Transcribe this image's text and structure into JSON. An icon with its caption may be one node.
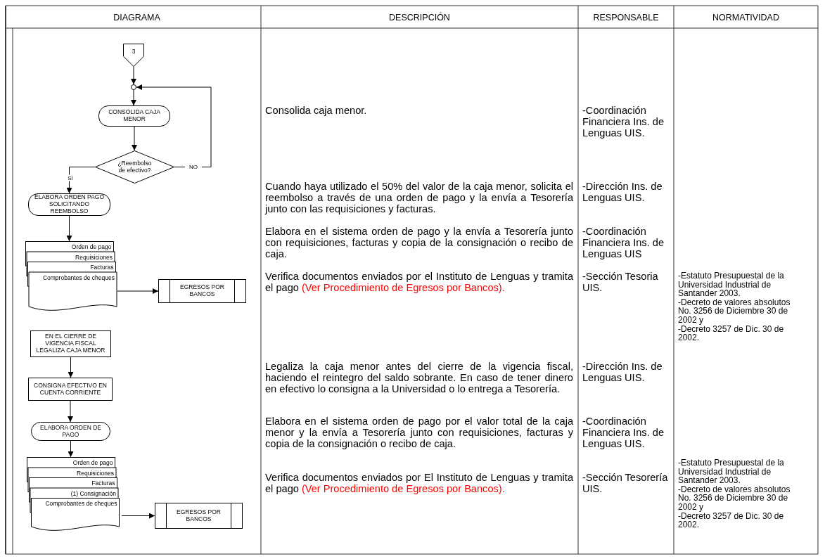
{
  "diagram": {
    "nodes": [
      {
        "text": [
          "3"
        ]
      },
      {
        "text": [],
        "shape": "circle"
      },
      {
        "text": [
          "CONSOLIDA CAJA MENOR"
        ]
      },
      {
        "text": [
          "¿Reembolso de efectivo?"
        ]
      },
      {
        "text": [
          "ELABORA ORDEN PAGO SOLICITANDO REEMBOLSO"
        ]
      },
      {
        "text": [
          "Orden de pago",
          "Requisiciones",
          "Facturas",
          "Comprobantes  de cheques"
        ]
      },
      {
        "text": [
          "EGRESOS POR BANCOS"
        ]
      },
      {
        "text": [
          "EN EL CIERRE DE VIGENCIA FISCAL LEGALIZA CAJA MENOR"
        ]
      },
      {
        "text": [
          "CONSIGNA EFECTIVO EN CUENTA CORRIENTE"
        ]
      },
      {
        "text": [
          "ELABORA ORDEN DE PAGO"
        ]
      },
      {
        "text": [
          "Orden de pago",
          "Requisiciones",
          "Facturas",
          "(1) Consignación",
          "Comprobantes  de cheques"
        ]
      },
      {
        "text": [
          "EGRESOS POR BANCOS"
        ]
      }
    ],
    "edges": [
      {
        "from": 0,
        "to": 1,
        "arrow": "to"
      },
      {
        "from": 1,
        "to": 2,
        "arrow": "to"
      },
      {
        "from": 2,
        "to": 3,
        "arrow": "to"
      },
      {
        "from": 3,
        "to": 4,
        "arrow": "to",
        "label": "SI"
      },
      {
        "from": 3,
        "to": 1,
        "arrow": "to",
        "label": "NO"
      },
      {
        "from": 4,
        "to": 5,
        "arrow": "to"
      },
      {
        "from": 5,
        "to": 6,
        "arrow": "to"
      },
      {
        "from": 7,
        "to": 8,
        "arrow": "to"
      },
      {
        "from": 8,
        "to": 9,
        "arrow": "to"
      },
      {
        "from": 9,
        "to": 10,
        "arrow": "to"
      },
      {
        "from": 10,
        "to": 11,
        "arrow": "to"
      }
    ],
    "labels": [
      "DIAGRAMA",
      "DESCRIPCIÓN",
      "RESPONSABLE",
      "NORMATIVIDAD",
      "Consolida caja menor.",
      "-Coordinación Financiera Ins. de Lenguas UIS.",
      "Cuando haya utilizado el 50% del valor de la caja menor, solicita el reembolso a través de una orden de pago y la envía a Tesorería junto con las requisiciones y facturas.",
      "-Dirección Ins. de Lenguas UIS.",
      "Elabora en el sistema orden de pago y la envía a Tesorería junto con requisiciones, facturas y copia de la consignación o recibo de caja.",
      "-Coordinación Financiera Ins. de Lenguas UIS",
      "Verifica documentos enviados por el Instituto de Lenguas y tramita el pago",
      "(Ver Procedimiento de Egresos por Bancos).",
      "-Sección Tesoria UIS.",
      "-Estatuto Presupuestal de la Universidad Industrial de Santander  2003.",
      "-Decreto de valores absolutos No. 3256 de Diciembre 30 de 2002 y",
      "-Decreto 3257 de Dic. 30 de 2002.",
      "Legaliza la caja menor antes del cierre de la vigencia fiscal, haciendo el reintegro del saldo sobrante.  En caso de tener dinero en efectivo lo consigna a  la  Universidad o  lo entrega  a Tesorería.",
      "-Dirección Ins. de Lenguas UIS.",
      "Elabora en el sistema orden de pago por el valor total de la caja menor y la envía a Tesorería junto con requisiciones, facturas y copia de la consignación o recibo de caja.",
      "-Coordinación Financiera Ins. de Lenguas UIS.",
      "Verifica documentos enviados por El Instituto de Lenguas y tramita el pago",
      "(Ver Procedimiento de Egresos por Bancos).",
      "-Sección Tesorería UIS.",
      "-Estatuto Presupuestal de la Universidad Industrial de Santander  2003.",
      "-Decreto de valores absolutos No. 3256 de Diciembre 30 de 2002 y",
      "-Decreto 3257 de Dic. 30 de 2002."
    ]
  }
}
